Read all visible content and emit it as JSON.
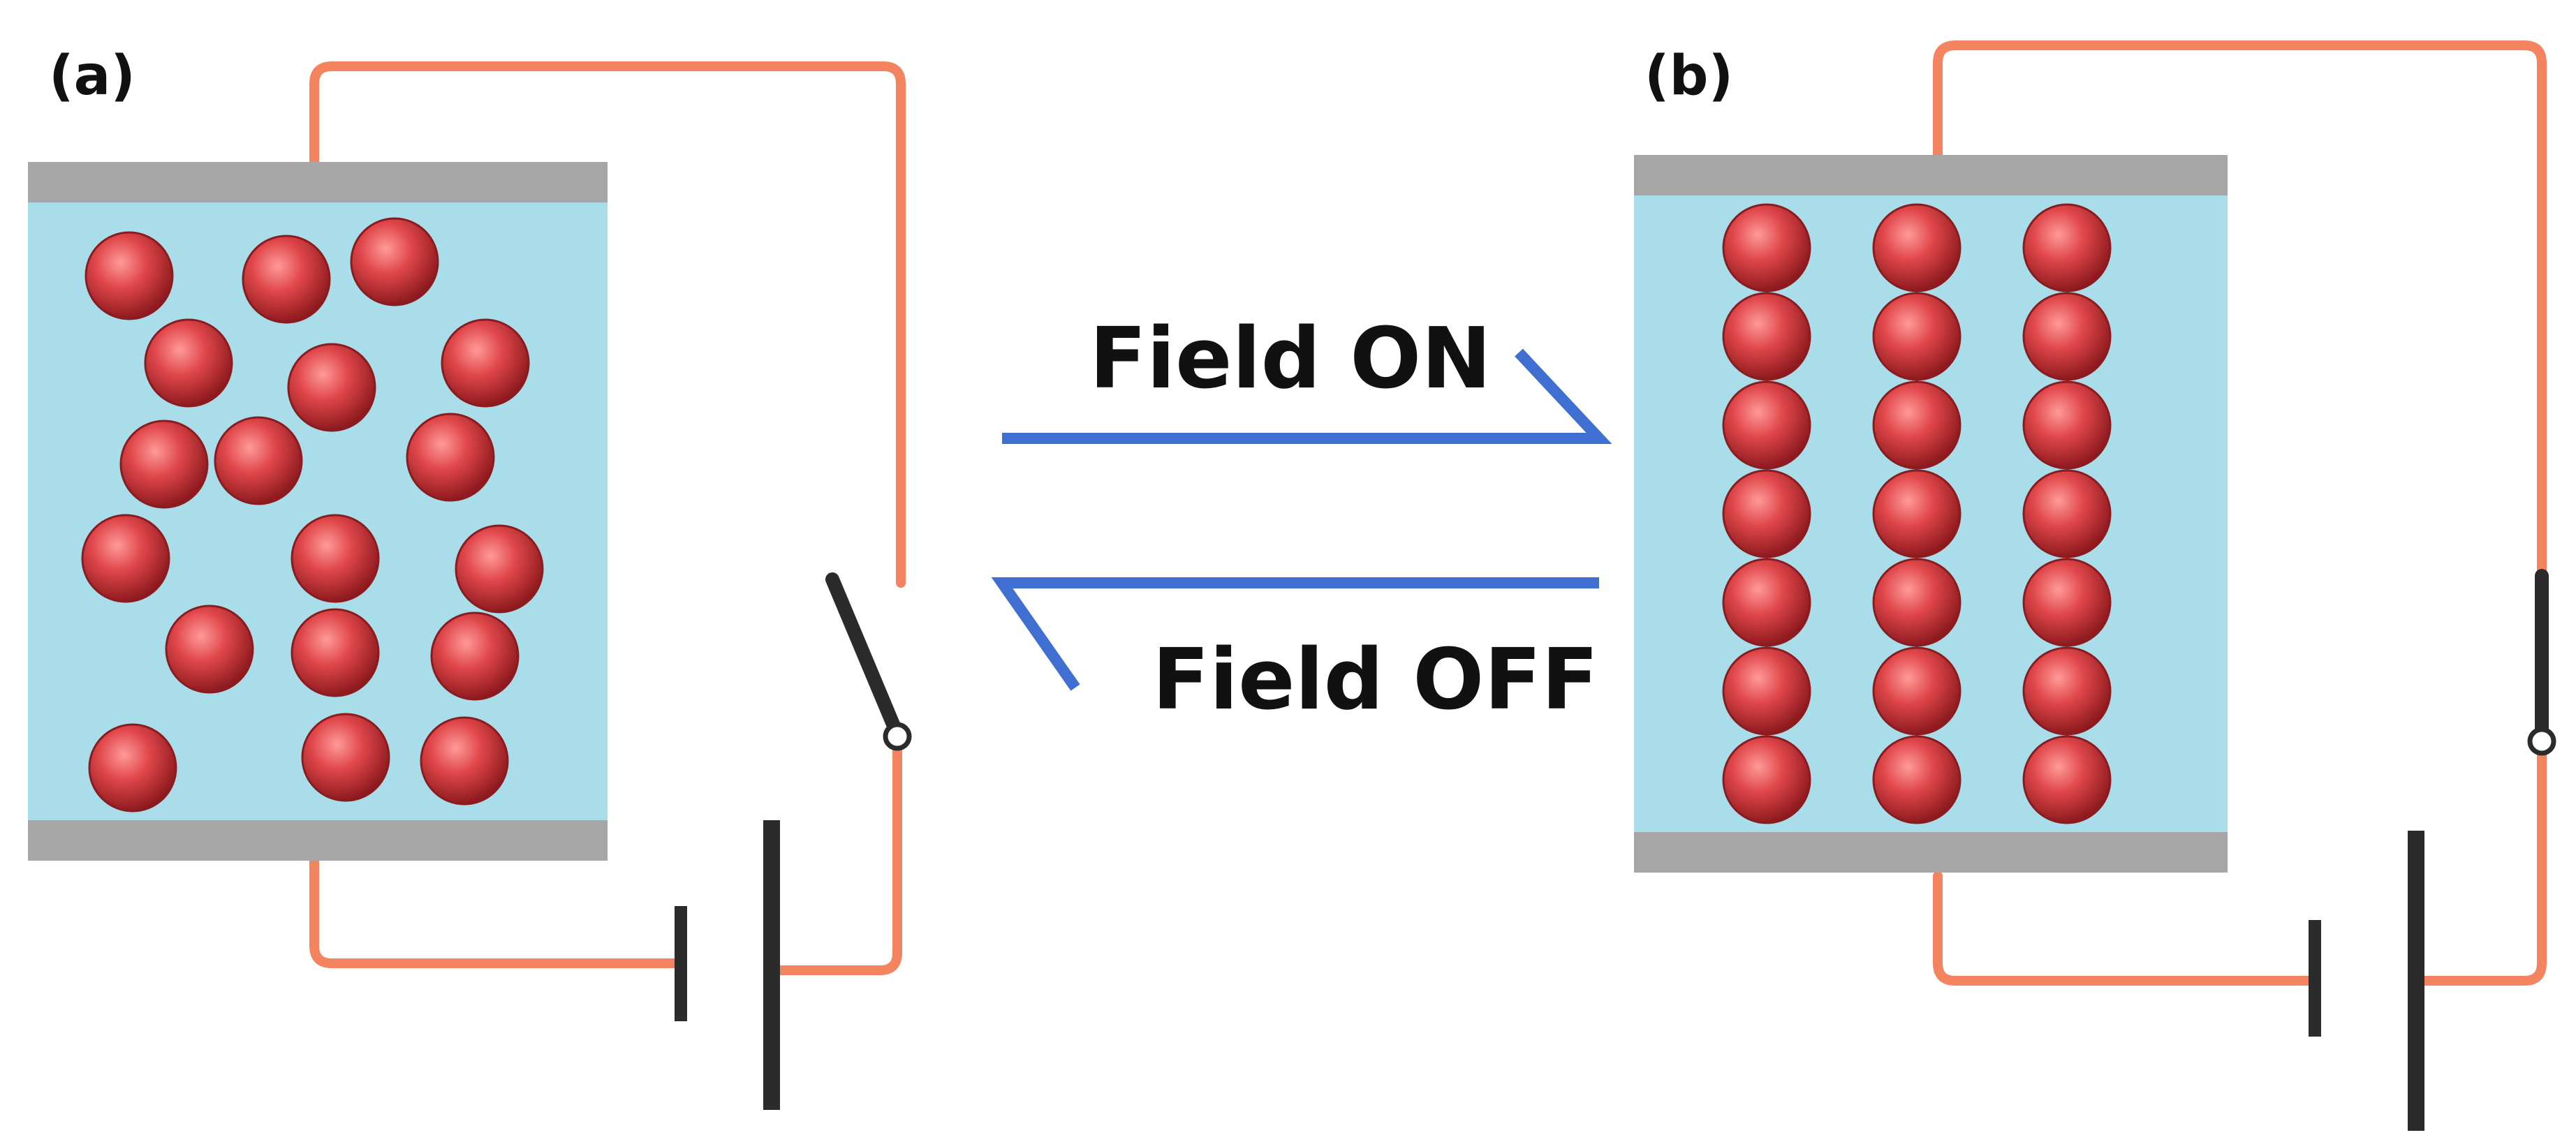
{
  "panels": [
    {
      "id": "a",
      "label": "(a)",
      "state": "random"
    },
    {
      "id": "b",
      "label": "(b)",
      "state": "chains"
    }
  ],
  "arrows": {
    "forward_label": "Field ON",
    "backward_label": "Field OFF"
  },
  "colors": {
    "fluid": "#a8dde9",
    "electrode": "#a6a6a6",
    "particle": "#d63a3c",
    "particle_highlight": "#ff8a8a",
    "wire": "#f4845f",
    "battery": "#2b2b2b",
    "arrow": "#3f6fd1"
  }
}
